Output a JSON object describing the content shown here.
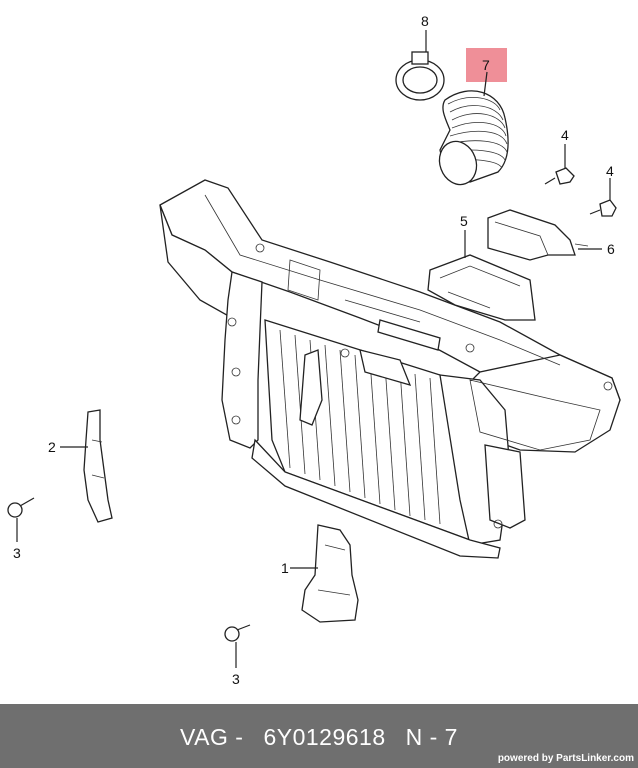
{
  "callouts": {
    "c1": "1",
    "c2": "2",
    "c3a": "3",
    "c3b": "3",
    "c4a": "4",
    "c4b": "4",
    "c5": "5",
    "c6": "6",
    "c7": "7",
    "c8": "8"
  },
  "highlight_color": "#ef8f98",
  "footer": {
    "brand": "VAG -",
    "part_number": "6Y0129618",
    "position": "N - 7",
    "credit": "powered by PartsLinker.com"
  }
}
